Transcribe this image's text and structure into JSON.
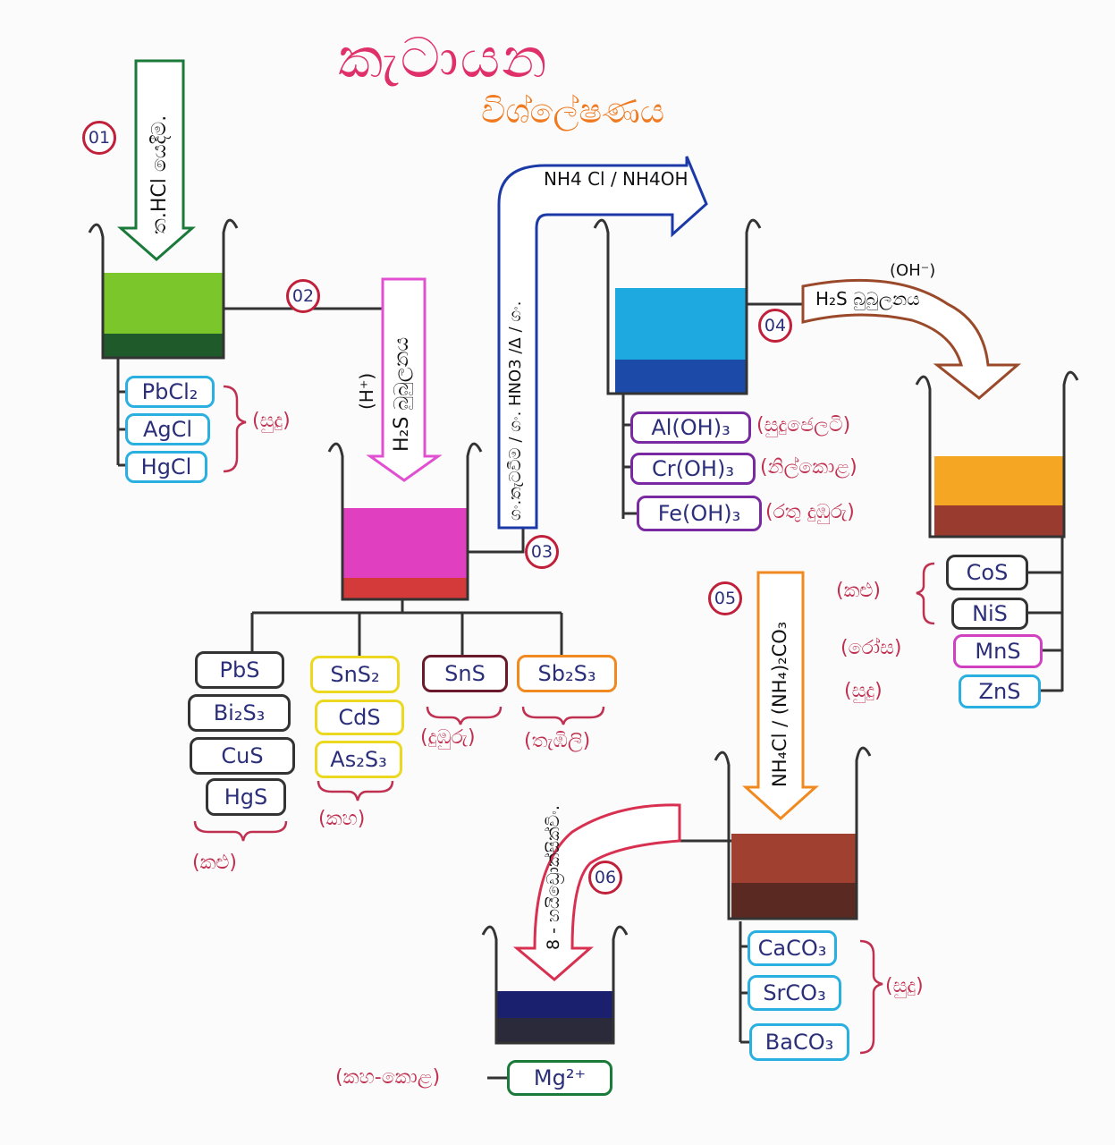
{
  "title": {
    "main": "කැටායන",
    "sub": "විශ්ලේෂණය"
  },
  "steps": [
    "01",
    "02",
    "03",
    "04",
    "05",
    "06"
  ],
  "reagents": {
    "r1": "ත.HCl යෙදීම.",
    "r2": "H₂S බුබුලනය",
    "r2_condition": "(H⁺)",
    "r3a": "ගං.තැටවීම / ගං. HNO3 /Δ / ගං.",
    "r3b": "NH4 Cl / NH4OH",
    "r4": "H₂S බුබුලනය",
    "r4_condition": "(OH⁻)",
    "r5": "NH₄Cl / (NH₄)₂CO₃",
    "r6": "8 - හයිඩ්‍රොක්සික්විං."
  },
  "groups": {
    "g1": {
      "items": [
        "PbCl₂",
        "AgCl",
        "HgCl"
      ],
      "note": "(සුදු)"
    },
    "g2a": {
      "items": [
        "PbS",
        "Bi₂S₃",
        "CuS",
        "HgS"
      ],
      "note": "(කළු)"
    },
    "g2b": {
      "items": [
        "SnS₂",
        "CdS",
        "As₂S₃"
      ],
      "note": "(කහ)"
    },
    "g2c": {
      "items": [
        "SnS"
      ],
      "note": "(දුඹුරු)"
    },
    "g2d": {
      "items": [
        "Sb₂S₃"
      ],
      "note": "(තැඹිලි)"
    },
    "g3": {
      "items": [
        "Al(OH)₃",
        "Cr(OH)₃",
        "Fe(OH)₃"
      ],
      "notes": [
        "(සුදුජෙලටි)",
        "(නිල්කොළ)",
        "(රතු දුඹුරු)"
      ]
    },
    "g4": {
      "items": [
        "CoS",
        "NiS",
        "MnS",
        "ZnS"
      ],
      "notes": [
        "(කළු)",
        "(රෝස)",
        "(සුදු)"
      ]
    },
    "g5": {
      "items": [
        "CaCO₃",
        "SrCO₃",
        "BaCO₃"
      ],
      "note": "(සුදු)"
    },
    "g6": {
      "items": [
        "Mg²⁺"
      ],
      "note": "(කහ-කොළ)"
    }
  },
  "colors": {
    "beaker1": "#7bc62a",
    "beaker1_ppt": "#1f5a2a",
    "beaker2": "#e040c0",
    "beaker2_ppt": "#d43a3a",
    "beaker3": "#1ea9e0",
    "beaker3_ppt": "#1b4aa8",
    "beaker4": "#f5a623",
    "beaker4_ppt": "#9a3b30",
    "beaker5": "#a04030",
    "beaker5_ppt": "#5a2a22",
    "beaker6": "#1a1f6e",
    "beaker6_ppt": "#2a2a3a"
  }
}
